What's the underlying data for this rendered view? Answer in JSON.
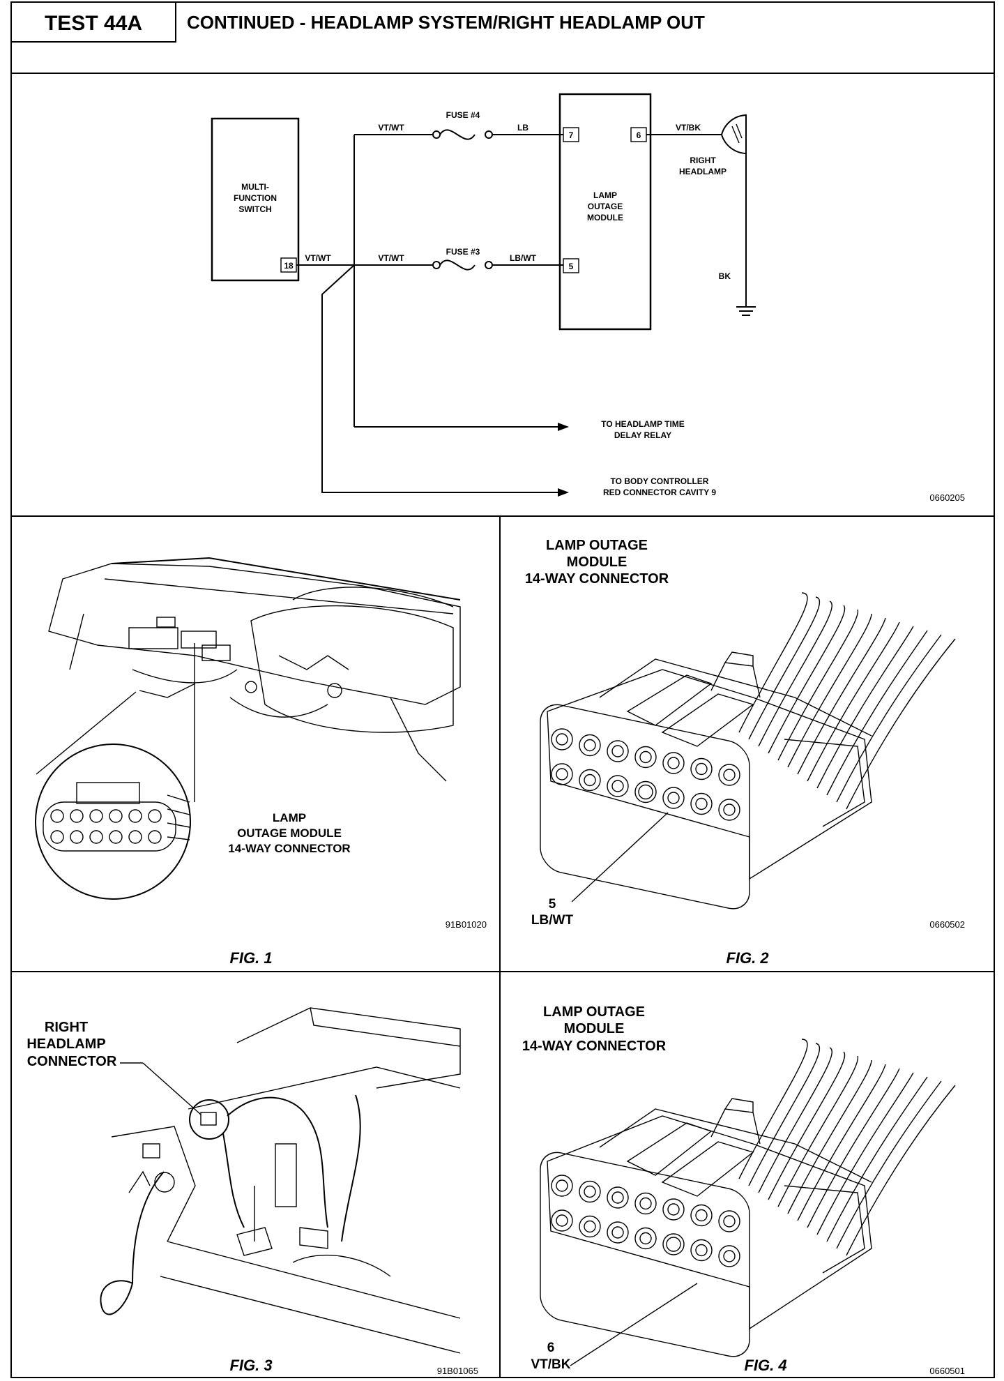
{
  "header": {
    "test_id": "TEST 44A",
    "title": "CONTINUED - HEADLAMP SYSTEM/RIGHT HEADLAMP OUT"
  },
  "schematic": {
    "mfs_label": [
      "MULTI-",
      "FUNCTION",
      "SWITCH"
    ],
    "mfs_pin": "18",
    "wire_mfs_out": "VT/WT",
    "wire_top_left": "VT/WT",
    "wire_bottom_left": "VT/WT",
    "fuse_top": "FUSE #4",
    "fuse_bottom": "FUSE #3",
    "wire_top_right": "LB",
    "wire_bottom_right": "LB/WT",
    "lom_label": [
      "LAMP",
      "OUTAGE",
      "MODULE"
    ],
    "lom_pin_7": "7",
    "lom_pin_6": "6",
    "lom_pin_5": "5",
    "wire_lom_out": "VT/BK",
    "headlamp_label": [
      "RIGHT",
      "HEADLAMP"
    ],
    "ground_wire": "BK",
    "arrow_1": [
      "TO HEADLAMP TIME",
      "DELAY RELAY"
    ],
    "arrow_2": [
      "TO BODY CONTROLLER",
      "RED CONNECTOR CAVITY 9"
    ],
    "code": "0660205"
  },
  "fig1": {
    "label": [
      "LAMP",
      "OUTAGE MODULE",
      "14-WAY CONNECTOR"
    ],
    "code": "91B01020",
    "caption": "FIG. 1"
  },
  "fig2": {
    "title": [
      "LAMP OUTAGE",
      "MODULE",
      "14-WAY CONNECTOR"
    ],
    "pin_num": "5",
    "pin_wire": "LB/WT",
    "code": "0660502",
    "caption": "FIG. 2"
  },
  "fig3": {
    "label": [
      "RIGHT",
      "HEADLAMP",
      "CONNECTOR"
    ],
    "code": "91B01065",
    "caption": "FIG. 3"
  },
  "fig4": {
    "title": [
      "LAMP OUTAGE",
      "MODULE",
      "14-WAY CONNECTOR"
    ],
    "pin_num": "6",
    "pin_wire": "VT/BK",
    "code": "0660501",
    "caption": "FIG. 4"
  }
}
